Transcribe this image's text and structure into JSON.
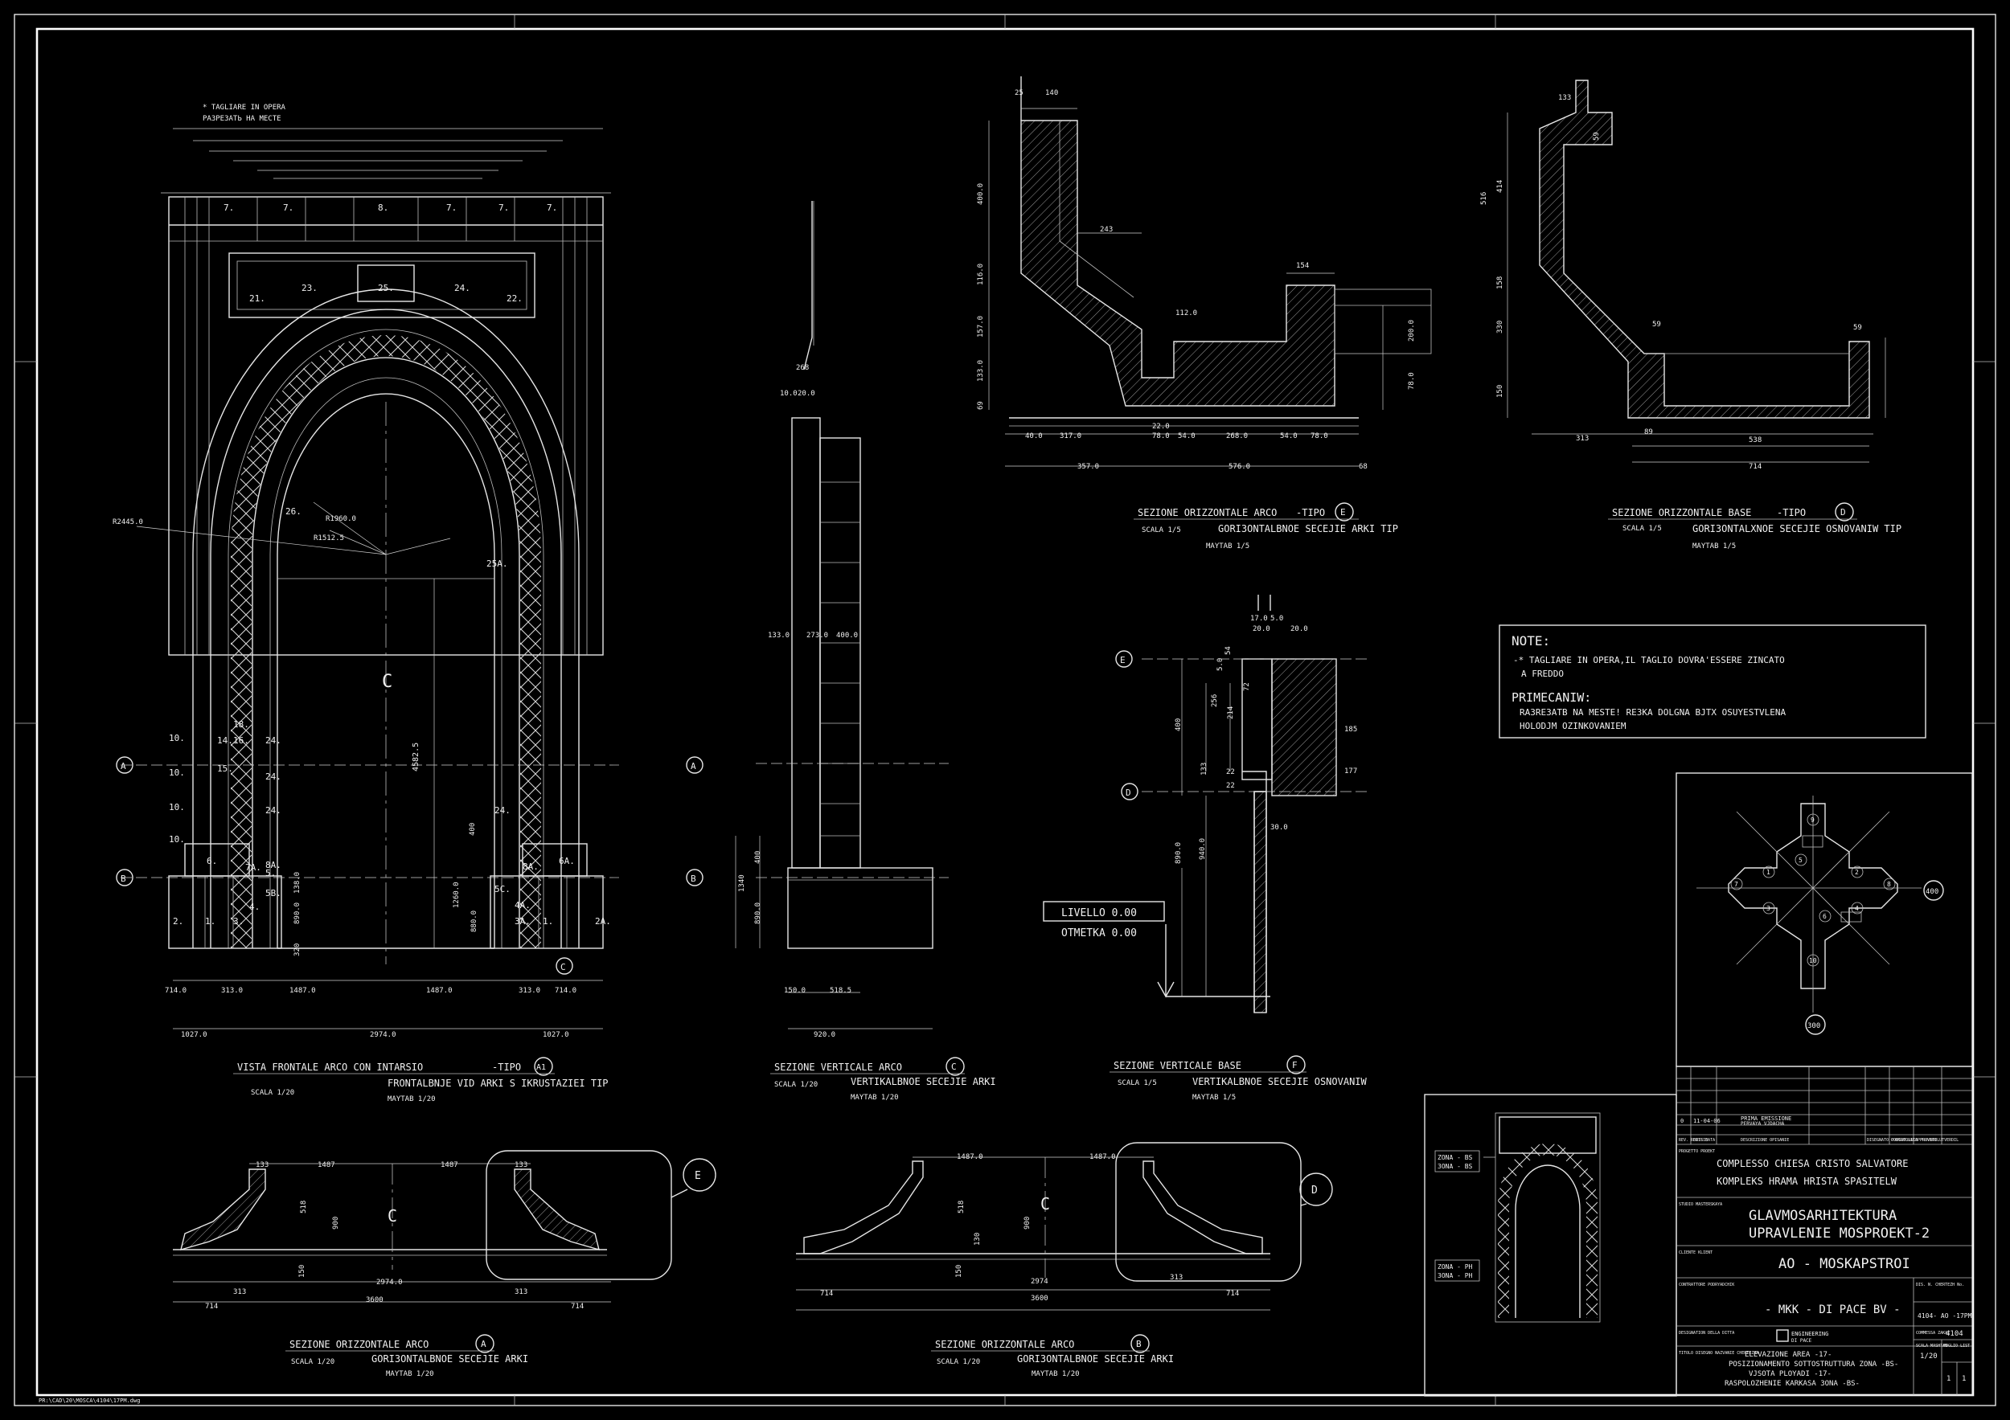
{
  "front_view": {
    "top_note_1": "* TAGLIARE IN OPERA",
    "top_note_2": "РАЗРЕЗАТЬ НА МЕСТЕ",
    "centerline": "C",
    "title": "VISTA FRONTALE ARCO CON INTARSIO",
    "tipo_label": "-TIPO",
    "tipo_mark": "A1",
    "scale": "SCALA 1/20",
    "title_ru": "FRONTALBNJE VID ARKI S IKRUSTAZIEI TIP",
    "scale_ru": "MAYTAB 1/20",
    "radius_1": "R2445.0",
    "radius_2": "R1960.0",
    "radius_3": "R1512.5",
    "height_dim": "4582.5",
    "axis_a": "A",
    "axis_b": "B",
    "axis_c": "C",
    "dims_bottom": [
      "714.0",
      "313.0",
      "1487.0",
      "1487.0",
      "313.0",
      "714.0"
    ],
    "dims_bottom_2": [
      "1027.0",
      "2974.0",
      "1027.0"
    ],
    "part_labels_left": [
      "10.",
      "10.",
      "10.",
      "10.",
      "6.",
      "7A.",
      "2.",
      "1.",
      "3.",
      "4.",
      "5.",
      "5B.",
      "8A."
    ],
    "part_labels_right": [
      "24.",
      "24.",
      "24.",
      "24.",
      "6A.",
      "3A.",
      "4A.",
      "1.",
      "2A.",
      "5C.",
      "8A."
    ],
    "top_part_labels": [
      "7.",
      "7.",
      "8.",
      "7.",
      "7.",
      "7."
    ],
    "panel_labels": [
      "21.",
      "23.",
      "25.",
      "24.",
      "22."
    ],
    "arch_labels": [
      "26.",
      "25A.",
      "18.",
      "14.",
      "15.",
      "16."
    ],
    "small_dims": [
      "400",
      "1260.0",
      "880.0",
      "890.0",
      "138.0",
      "320"
    ]
  },
  "vertical_section_c": {
    "title": "SEZIONE VERTICALE ARCO",
    "mark": "C",
    "scale": "SCALA 1/20",
    "title_ru": "VERTIKALBNOE SECEJIE ARKI",
    "scale_ru": "MAYTAB 1/20",
    "dims": [
      "268",
      "10.0",
      "20.0",
      "133.0",
      "273.0",
      "400.0",
      "400",
      "1340",
      "890.0",
      "150.0",
      "518.5",
      "920.0"
    ],
    "axis_a": "A",
    "axis_b": "B"
  },
  "section_e": {
    "title": "SEZIONE ORIZZONTALE ARCO",
    "tipo_label": "-TIPO",
    "mark": "E",
    "scale": "SCALA 1/5",
    "title_ru": "GORI3ONTALBNOE SECEJIE ARKI TIP",
    "scale_ru": "MAYTAB 1/5",
    "dims_top": [
      "25",
      "140"
    ],
    "dims": [
      "243",
      "154",
      "112.0",
      "40.0",
      "317.0",
      "22.0",
      "78.0",
      "54.0",
      "268.0",
      "54.0",
      "78.0",
      "357.0",
      "576.0",
      "68"
    ],
    "dims_left": [
      "400.0",
      "116.0",
      "157.0",
      "133.0",
      "69"
    ],
    "dims_right": [
      "200.0",
      "78.0"
    ]
  },
  "section_d": {
    "title": "SEZIONE ORIZZONTALE BASE",
    "tipo_label": "-TIPO",
    "mark": "D",
    "scale": "SCALA 1/5",
    "title_ru": "GORI3ONTALXNOE SECEJIE OSNOVANIW TIP",
    "scale_ru": "MAYTAB 1/5",
    "dims_top": [
      "133",
      "59"
    ],
    "dims_left": [
      "516",
      "414",
      "158",
      "330",
      "150"
    ],
    "dims": [
      "59",
      "59",
      "313",
      "89",
      "538",
      "714"
    ]
  },
  "notes": {
    "heading": "NOTE:",
    "line1": "-* TAGLIARE IN OPERA,IL TAGLIO DOVRA'ESSERE ZINCATO",
    "line2": "A FREDDO",
    "heading_ru": "PRIMECANIW:",
    "line3": "RA3RE3ATB NA MESTE! RE3KA DOLGNA BJTX OSUYESTVLENA",
    "line4": "HOLODJM OZINKOVANIEM"
  },
  "section_f": {
    "title": "SEZIONE VERTICALE BASE",
    "mark": "F",
    "scale": "SCALA 1/5",
    "title_ru": "VERTIKALBNOE SECEJIE OSNOVANIW",
    "scale_ru": "MAYTAB 1/5",
    "level_1": "LIVELLO 0.00",
    "level_2": "OTMETKA 0.00",
    "axis_e": "E",
    "axis_d": "D",
    "dims": [
      "17.0",
      "5.0",
      "20.0",
      "20.0",
      "5.0",
      "54",
      "256",
      "214",
      "72",
      "185",
      "177",
      "22",
      "22",
      "400",
      "133",
      "30.0",
      "890.0",
      "940.0"
    ]
  },
  "section_a": {
    "title": "SEZIONE ORIZZONTALE ARCO",
    "mark": "A",
    "scale": "SCALA 1/20",
    "title_ru": "GORI3ONTALBNOE SECEJIE ARKI",
    "scale_ru": "MAYTAB 1/20",
    "dims_top": [
      "133",
      "1487",
      "1487",
      "133"
    ],
    "dims": [
      "518",
      "900",
      "150",
      "2974.0",
      "313",
      "3600",
      "714",
      "313",
      "714"
    ],
    "callout": "E"
  },
  "section_b": {
    "title": "SEZIONE ORIZZONTALE ARCO",
    "mark": "B",
    "scale": "SCALA 1/20",
    "title_ru": "GORI3ONTALBNOE SECEJIE ARKI",
    "scale_ru": "MAYTAB 1/20",
    "dims_top": [
      "1487.0",
      "1487.0"
    ],
    "dims": [
      "518",
      "900",
      "130",
      "150",
      "2974",
      "313",
      "3600",
      "714",
      "714"
    ],
    "callout": "D"
  },
  "key_plan": {
    "dims": [
      "400",
      "300"
    ],
    "marks": [
      "1",
      "2",
      "3",
      "4",
      "5",
      "6",
      "7",
      "8",
      "9",
      "10"
    ]
  },
  "elevation_thumb": {
    "label_top_1": "ZONA - BS",
    "label_top_2": "3ONA - BS",
    "label_bottom_1": "ZONA - PH",
    "label_bottom_2": "3ONA - PH"
  },
  "title_block": {
    "rev_number": "0",
    "rev_date": "11-04-06",
    "rev_desc_it": "PRIMA EMISSIONE",
    "rev_desc_ru": "PERVAYA VJDACHA",
    "col_rev": "REV. REVISIE",
    "col_date": "DATE DATA",
    "col_desc": "DESCRIZIONE OPISANIE",
    "col_drawn": "DISEGNATO PODGOTOVIL",
    "col_checked": "CONTROLLATO PROVERIL",
    "col_approved": "APPROVATO UTVERDIL",
    "progetto": "PROGETTO PROEKT",
    "project_1": "COMPLESSO CHIESA CRISTO SALVATORE",
    "project_2": "KOMPLEKS HRAMA HRISTA SPASITELW",
    "studio": "STUDIO MASTERSKAYA",
    "office_1": "GLAVMOSARHITEKTURA",
    "office_2": "UPRAVLENIE MOSPROEKT-2",
    "cliente": "CLIENTE KLIENT",
    "client": "AO - MOSKAPSTROI",
    "contractor_lbl": "CONTRATTORE PODRYADCHIK",
    "contractor": "- MKK - DI PACE BV -",
    "drawing_no_lbl": "DIS. N. CHERTEZH No.",
    "drawing_no": "4104- AO -17PM",
    "logo_1": "ENGINEERING",
    "logo_2": "DI PACE",
    "design_lbl": "DESIGNATION DELLA DITTA",
    "commessa": "COMMESSA ZAKAZ",
    "commessa_no": "4104",
    "scale_lbl": "SCALA MASHTAB",
    "scale": "1/20",
    "sheet_lbl": "FOGLIO LIST",
    "sheet_of": "1",
    "sheet_total": "1",
    "desc_lbl": "TITOLO DISEGNO NAZVANIE CHERTEZHA",
    "desc_1": "ELEVAZIONE AREA -17-",
    "desc_2": "POSIZIONAMENTO SOTTOSTRUTTURA ZONA -BS-",
    "desc_3": "VJSOTA PLOYADI -17-",
    "desc_4": "RASPOLOZHENIE KARKASA 3ONA -BS-"
  },
  "file_stamp": "PR:\\CAD\\20\\MOSCA\\4104\\17PM.dwg"
}
